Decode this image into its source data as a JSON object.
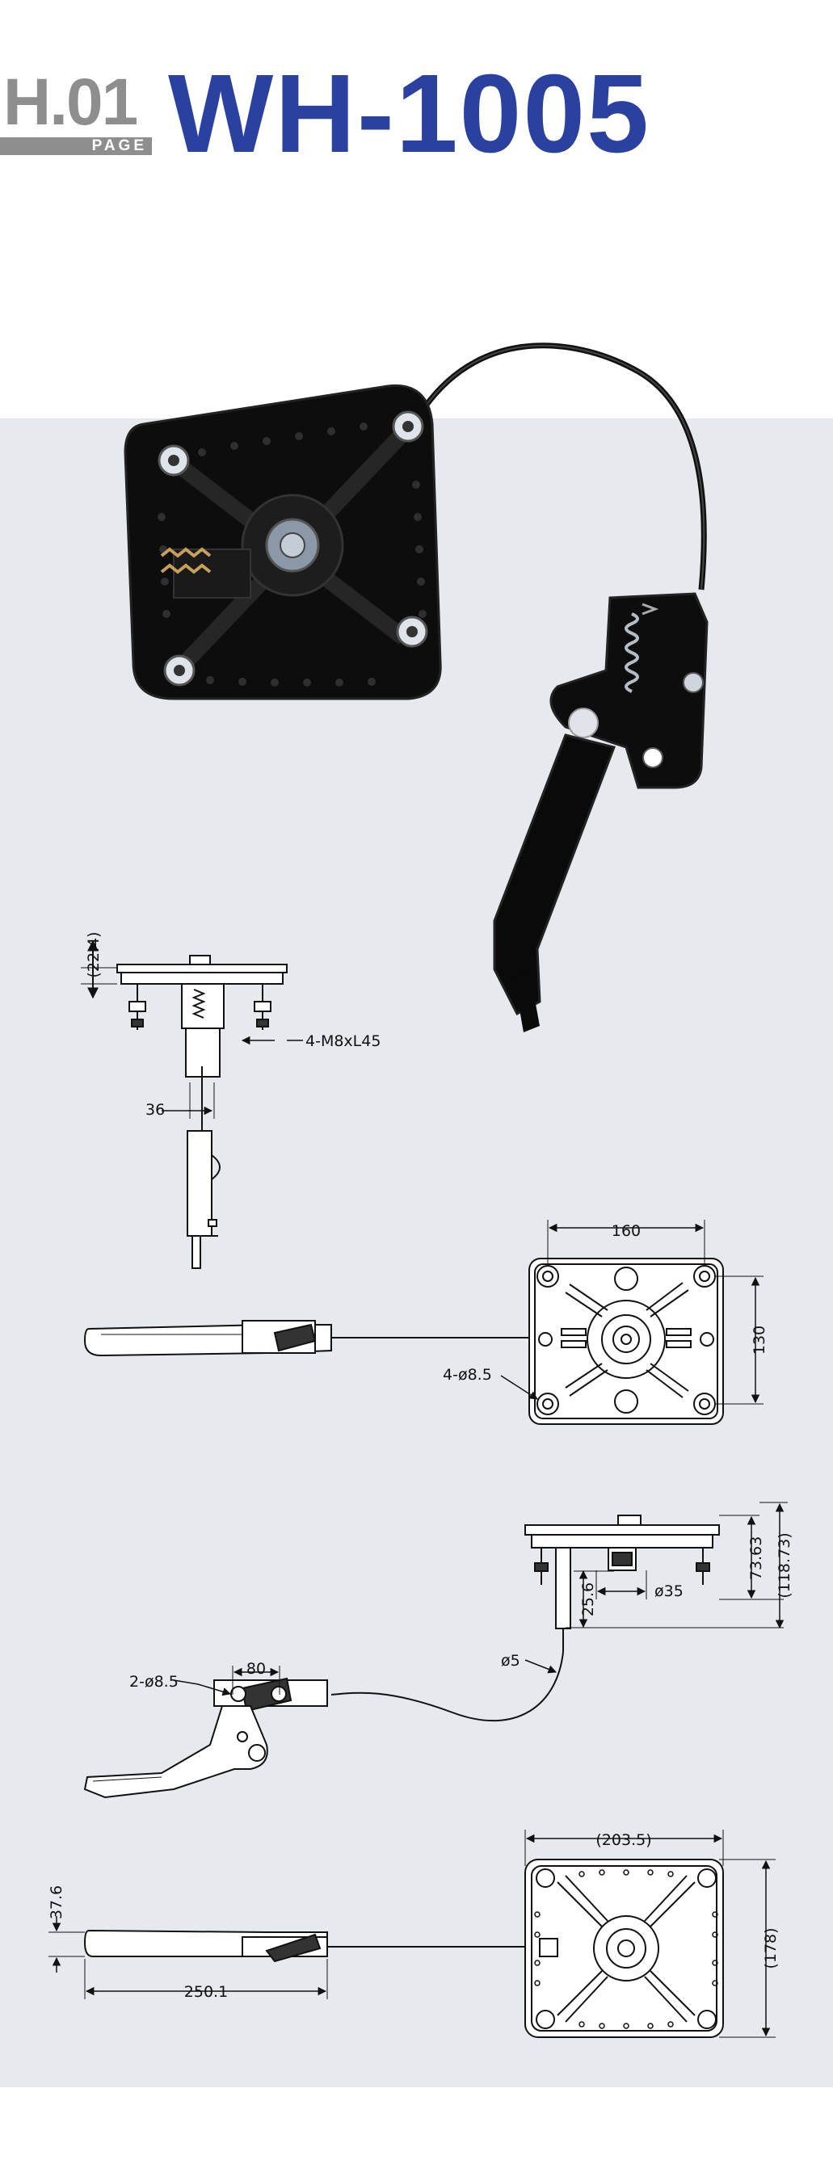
{
  "header": {
    "page_badge": "H.01",
    "page_label": "PAGE",
    "model": "WH-1005"
  },
  "drawings": {
    "side_view": {
      "dim_height": "(22.4)",
      "bolt_callout": "4-M8xL45",
      "dim_width": "36"
    },
    "top_view": {
      "dim_width": "160",
      "dim_height": "130",
      "hole_callout": "4-ø8.5"
    },
    "section_view": {
      "dim_a": "73.63",
      "dim_b": "(118.73)",
      "dim_c": "25.6",
      "dim_d": "ø35",
      "cable_dia": "ø5"
    },
    "lever_view": {
      "dim_width": "80",
      "hole_callout": "2-ø8.5"
    },
    "overall_view": {
      "dim_plate_width": "(203.5)",
      "dim_plate_height": "(178)",
      "dim_lever_height": "37.6",
      "dim_lever_length": "250.1"
    }
  },
  "colors": {
    "accent": "#2b41a0",
    "badge_gray": "#8e8e8e",
    "panel_bg": "#e6eaee"
  }
}
